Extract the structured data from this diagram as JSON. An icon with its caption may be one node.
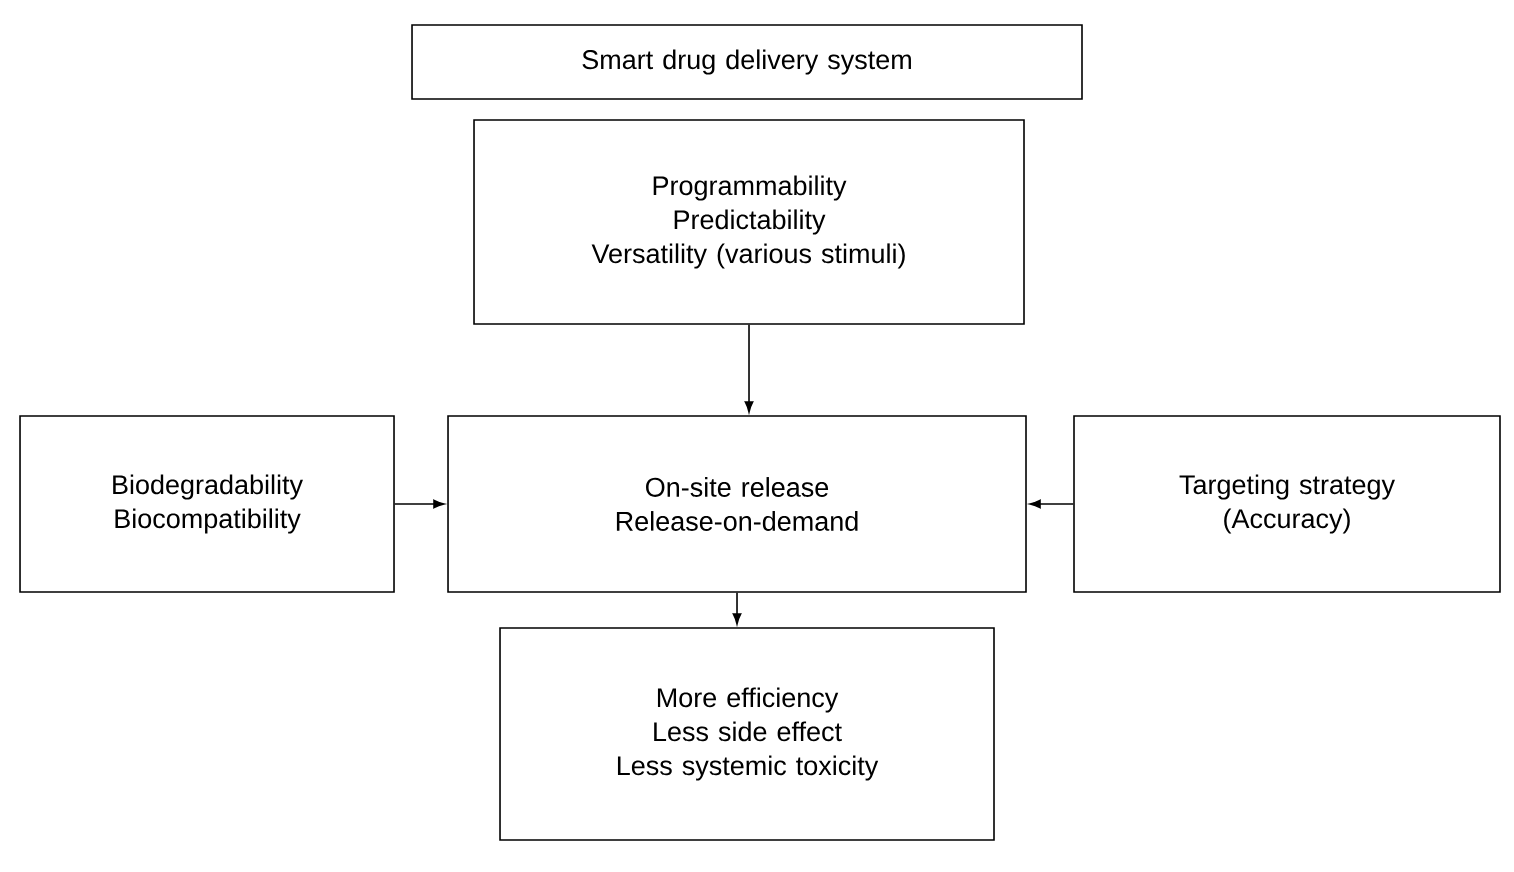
{
  "diagram": {
    "nodes": [
      {
        "text": [
          "Smart drug delivery system"
        ]
      },
      {
        "text": [
          "Programmability",
          "Predictability",
          "Versatility (various stimuli)"
        ]
      },
      {
        "text": [
          "Biodegradability",
          "Biocompatibility"
        ]
      },
      {
        "text": [
          "On-site release",
          "Release-on-demand"
        ]
      },
      {
        "text": [
          "Targeting strategy (Accuracy)"
        ]
      },
      {
        "text": [
          "More efficiency",
          "Less side effect",
          "Less systemic toxicity"
        ]
      }
    ],
    "edges": [
      {
        "from": 1,
        "to": 3,
        "arrow": "to"
      },
      {
        "from": 2,
        "to": 3,
        "arrow": "to"
      },
      {
        "from": 4,
        "to": 3,
        "arrow": "to"
      },
      {
        "from": 3,
        "to": 5,
        "arrow": "to"
      }
    ]
  }
}
